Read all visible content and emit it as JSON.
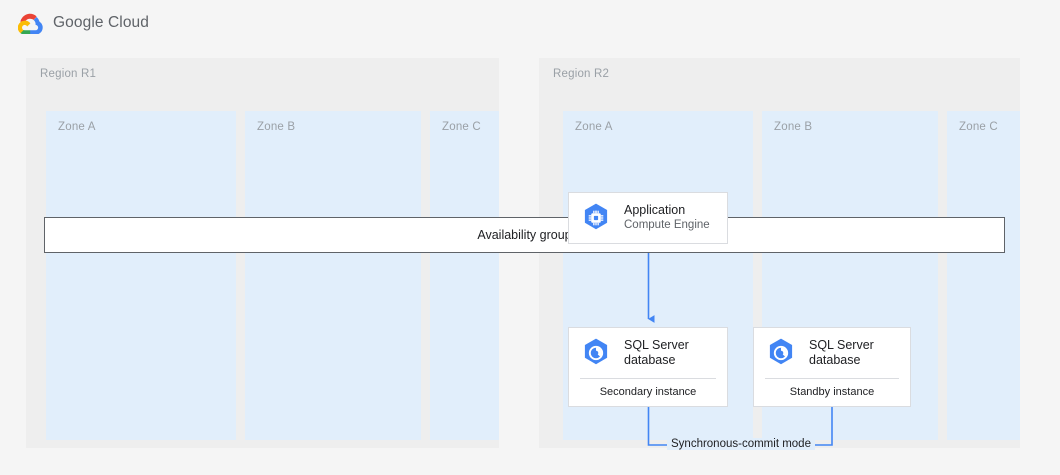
{
  "header": {
    "brand_text": "Google Cloud",
    "logo_icon": "google-cloud-logo-icon"
  },
  "colors": {
    "page_bg": "#f5f5f5",
    "region_bg": "#eeeeee",
    "zone_bg": "#e1eefb",
    "connector": "#4285f4",
    "icon_blue": "#4285f4",
    "card_border": "#dadce0",
    "bar_border": "#5f6368",
    "muted_text": "#9aa0a6",
    "body_text": "#202124"
  },
  "diagram": {
    "regions": [
      {
        "id": "r1",
        "label": "Region R1",
        "zones": [
          {
            "id": "r1-zone-a",
            "label": "Zone A"
          },
          {
            "id": "r1-zone-b",
            "label": "Zone B"
          },
          {
            "id": "r1-zone-c",
            "label": "Zone C"
          }
        ]
      },
      {
        "id": "r2",
        "label": "Region R2",
        "zones": [
          {
            "id": "r2-zone-a",
            "label": "Zone A"
          },
          {
            "id": "r2-zone-b",
            "label": "Zone B"
          },
          {
            "id": "r2-zone-c",
            "label": "Zone C"
          }
        ]
      }
    ],
    "availability_group": {
      "label": "Availability group"
    },
    "nodes": [
      {
        "id": "application",
        "title": "Application",
        "subtitle": "Compute Engine",
        "footer": null,
        "icon": "compute-engine-icon",
        "region": "Region R2",
        "zone": "Zone A"
      },
      {
        "id": "sql-secondary",
        "title": "SQL Server\ndatabase",
        "subtitle": null,
        "footer": "Secondary instance",
        "icon": "sql-server-database-icon",
        "region": "Region R2",
        "zone": "Zone A"
      },
      {
        "id": "sql-standby",
        "title": "SQL Server\ndatabase",
        "subtitle": null,
        "footer": "Standby instance",
        "icon": "sql-server-database-icon",
        "region": "Region R2",
        "zone": "Zone B"
      }
    ],
    "connectors": [
      {
        "id": "app-to-availability-group",
        "from": "application",
        "to": "availability-group",
        "label": null,
        "arrow": "down"
      },
      {
        "id": "availability-group-to-sql-secondary",
        "from": "availability-group",
        "to": "sql-secondary",
        "label": null,
        "arrow": "down"
      },
      {
        "id": "sql-secondary-to-sql-standby",
        "from": "sql-secondary",
        "to": "sql-standby",
        "label": "Synchronous-commit mode",
        "arrow": "up"
      }
    ]
  }
}
